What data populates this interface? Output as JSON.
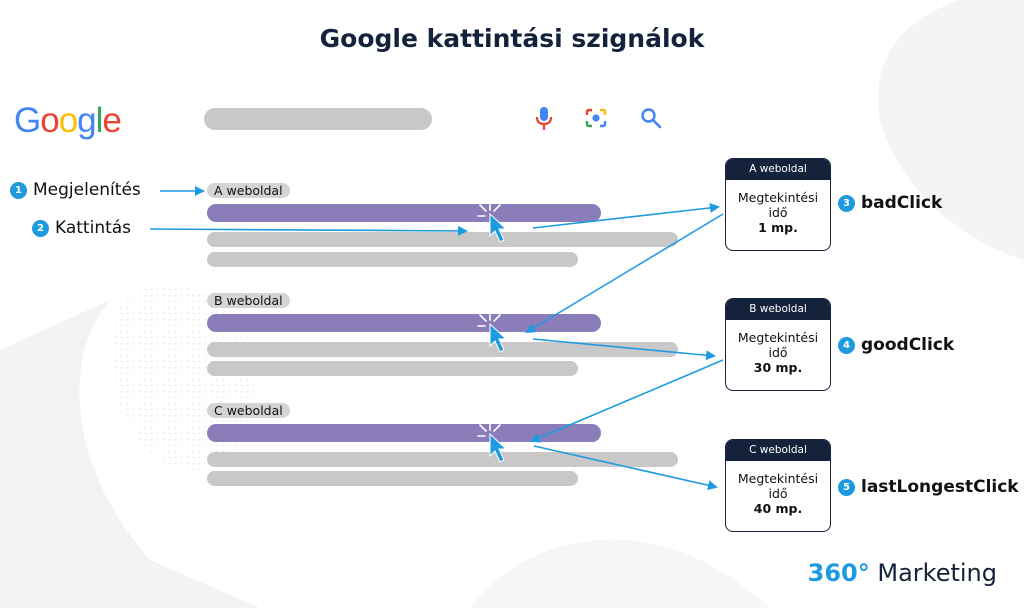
{
  "title": "Google kattintási szignálok",
  "google_logo": {
    "letters": [
      "G",
      "o",
      "o",
      "g",
      "l",
      "e"
    ]
  },
  "toolbar": {
    "icons": [
      "mic-icon",
      "camera-icon",
      "search-icon"
    ]
  },
  "results": [
    {
      "label": "A weboldal"
    },
    {
      "label": "B weboldal"
    },
    {
      "label": "C weboldal"
    }
  ],
  "steps": [
    {
      "num": "1",
      "label": "Megjelenítés"
    },
    {
      "num": "2",
      "label": "Kattintás"
    }
  ],
  "cards": [
    {
      "header": "A weboldal",
      "line1": "Megtekintési",
      "line2": "idő",
      "value": "1 mp.",
      "num": "3",
      "click": "badClick"
    },
    {
      "header": "B weboldal",
      "line1": "Megtekintési",
      "line2": "idő",
      "value": "30 mp.",
      "num": "4",
      "click": "goodClick"
    },
    {
      "header": "C weboldal",
      "line1": "Megtekintési",
      "line2": "idő",
      "value": "40 mp.",
      "num": "5",
      "click": "lastLongestClick"
    }
  ],
  "brand": {
    "accent": "360°",
    "name": " Marketing"
  },
  "colors": {
    "arrow": "#1e9be0",
    "cursor": "#1e9be0",
    "purple_bar": "#8a7dba",
    "gray_bar": "#c8c8c8",
    "card_header": "#15223b",
    "google_blue": "#4285f4",
    "google_red": "#ea4335",
    "google_yellow": "#fbbc05",
    "google_green": "#34a853"
  }
}
